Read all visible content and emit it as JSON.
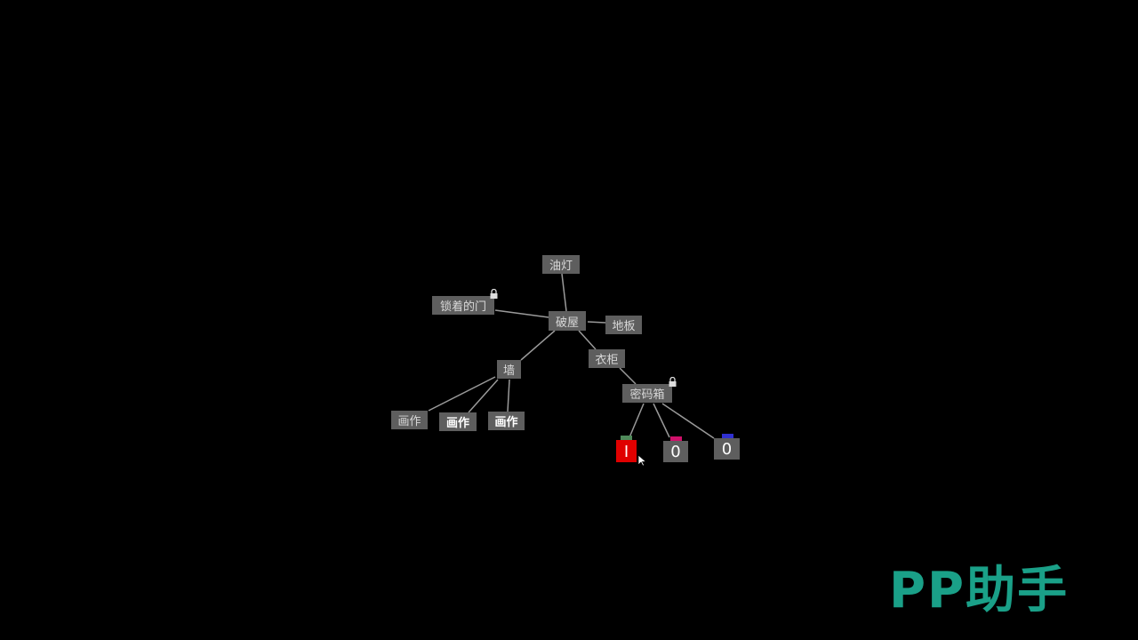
{
  "nodes": {
    "oil_lamp": "油灯",
    "locked_door": "锁着的门",
    "hut": "破屋",
    "floor": "地板",
    "wall": "墙",
    "wardrobe": "衣柜",
    "code_box": "密码箱",
    "paintings": [
      "画作",
      "画作",
      "画作"
    ]
  },
  "code_dials": [
    {
      "value": "I",
      "tab_color": "#4f8a5a",
      "bg": "#e00000"
    },
    {
      "value": "0",
      "tab_color": "#d0106a",
      "bg": "#5e5e5e"
    },
    {
      "value": "0",
      "tab_color": "#3030d0",
      "bg": "#5e5e5e"
    }
  ],
  "watermark": "PP助手",
  "colors": {
    "node_bg": "#5e5e5e",
    "link": "#9a9a9a",
    "watermark": "#1aa088"
  }
}
